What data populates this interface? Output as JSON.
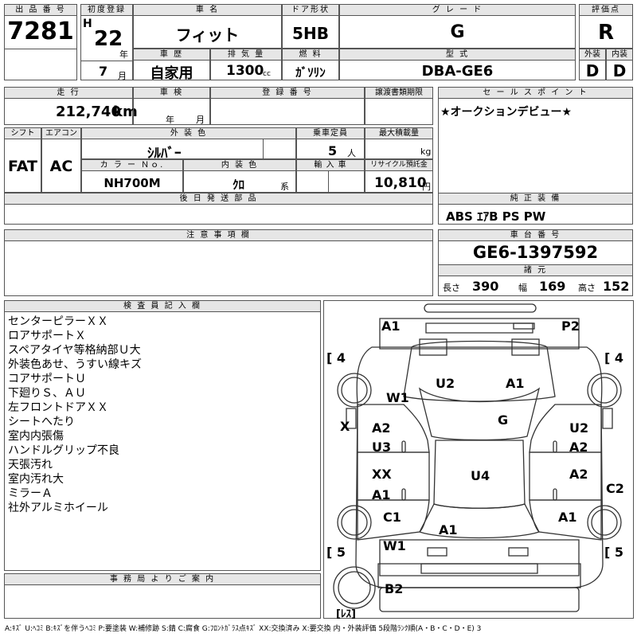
{
  "lot": {
    "label": "出 品 番 号",
    "value": "7281"
  },
  "first_reg": {
    "label": "初度登録",
    "era": "H",
    "year": "22",
    "year_unit": "年",
    "month": "7",
    "month_unit": "月"
  },
  "model_name": {
    "label": "車 名",
    "value": "フィット"
  },
  "door": {
    "label": "ドア形状",
    "value": "5HB"
  },
  "grade": {
    "label": "グ レ ー ド",
    "value": "G"
  },
  "score": {
    "label": "評価点",
    "value": "R"
  },
  "history": {
    "label": "車 歴",
    "value": "自家用"
  },
  "displacement": {
    "label": "排 気 量",
    "value": "1300",
    "unit": "cc"
  },
  "fuel": {
    "label": "燃 料",
    "value": "ｶﾞｿﾘﾝ"
  },
  "model_code": {
    "label": "型 式",
    "value": "DBA-GE6"
  },
  "exterior_score": {
    "label": "外装",
    "value": "D"
  },
  "interior_score": {
    "label": "内装",
    "value": "D"
  },
  "mileage": {
    "label": "走 行",
    "value": "212,740",
    "unit": "km"
  },
  "inspection": {
    "label": "車 検",
    "year_unit": "年",
    "month_unit": "月"
  },
  "registration": {
    "label": "登 録 番 号"
  },
  "transfer_deadline": {
    "label": "譲渡書類期限"
  },
  "sales_point": {
    "label": "セ ー ル ス ポ イ ン ト",
    "value": "★オークションデビュー★"
  },
  "shift": {
    "label": "シフト",
    "value": "FAT"
  },
  "aircon": {
    "label": "エアコン",
    "value": "AC"
  },
  "ext_color": {
    "label": "外 装 色",
    "value": "ｼﾙﾊﾞｰ"
  },
  "capacity": {
    "label": "乗車定員",
    "value": "5",
    "unit": "人"
  },
  "max_load": {
    "label": "最大積載量",
    "unit": "kg"
  },
  "color_no": {
    "label": "カ ラ ー Ｎｏ.",
    "value": "NH700M"
  },
  "int_color": {
    "label": "内 装 色",
    "value": "ｸﾛ",
    "unit": "系"
  },
  "import": {
    "label": "輸 入 車"
  },
  "recycle": {
    "label": "リサイクル預託金",
    "value": "10,810",
    "unit": "円"
  },
  "later_parts": {
    "label": "後 日 発 送 部 品"
  },
  "equipment": {
    "label": "純 正 装 備",
    "value": "ABS ｴｱB PS PW"
  },
  "notes_header": {
    "label": "注 意 事 項 欄"
  },
  "chassis": {
    "label": "車 台 番 号",
    "value": "GE6-1397592"
  },
  "dims": {
    "label": "諸 元",
    "length_label": "長さ",
    "length": "390",
    "width_label": "幅",
    "width": "169",
    "height_label": "高さ",
    "height": "152"
  },
  "inspector": {
    "label": "検 査 員 記 入 欄",
    "lines": [
      "センターピラーＸＸ",
      "ロアサポートＸ",
      "スペアタイヤ等格納部Ｕ大",
      "外装色あせ、うすい線キズ",
      "コアサポートＵ",
      "下廻りＳ、ＡＵ",
      "左フロントドアＸＸ",
      "シートへたり",
      "室内内張傷",
      "ハンドルグリップ不良",
      "天張汚れ",
      "室内汚れ大",
      "ミラーＡ",
      "社外アルミホイール"
    ]
  },
  "office": {
    "label": "事 務 局 よ り ご 案 内"
  },
  "legend": "A:ｷｽﾞ U:ﾍｺﾐ B:ｷｽﾞを伴うﾍｺﾐ P:要塗装 W:補修跡 S:錆 C:腐食 G:ﾌﾛﾝﾄｶﾞﾗｽ点ｷｽﾞ XX:交換済み X:要交換 内・外装評価 5段階ﾗﾝｸ順(A・B・C・D・E) 3",
  "diagram": {
    "tire_front_left": "[ 4",
    "tire_front_right": "[ 4",
    "tire_rear_left": "[ 5",
    "tire_rear_right": "[ 5",
    "spare": "[ﾚｽ]",
    "marks": {
      "front_bumper_left": "A1",
      "front_bumper_right": "P2",
      "front_fender_left": "W1",
      "hood_left": "U2",
      "hood_right": "A1",
      "windshield": "G",
      "left_mirror": "X",
      "front_door_left": "A2",
      "front_door_left_2": "U3",
      "rear_door_left": "XX",
      "rear_door_left_2": "A1",
      "front_door_right": "U2",
      "front_door_right_2": "A2",
      "rear_door_right": "A2",
      "right_quarter": "C2",
      "roof": "U4",
      "rear_fender_left": "C1",
      "rear_fender_left_2": "W1",
      "rear_fender_right": "A1",
      "trunk": "A1",
      "rear_bumper": "B2"
    }
  }
}
